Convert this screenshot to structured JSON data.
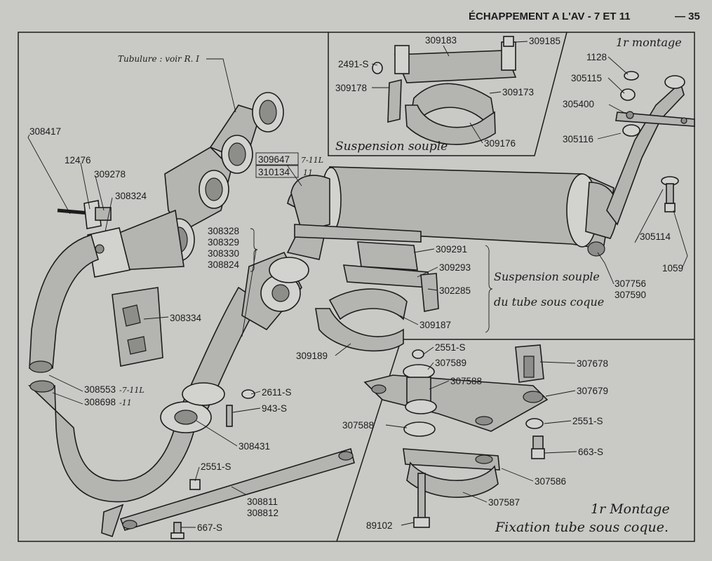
{
  "header": {
    "title": "ÉCHAPPEMENT A L'AV - 7 ET 11",
    "page_number": "— 35"
  },
  "sections": {
    "suspension_souple": "Suspension souple",
    "premier_montage": "1r montage",
    "suspension_tube": [
      "Suspension souple",
      "du tube sous coque"
    ],
    "fixation": [
      "1r Montage",
      "Fixation tube sous coque."
    ]
  },
  "labels": {
    "tubulure": "Tubulure : voir R. I",
    "p308417": "308417",
    "p12476": "12476",
    "p309278": "309278",
    "p308324": "308324",
    "p309647": "309647",
    "p309647_note": "7-11L",
    "p310134": "310134",
    "p310134_note": "11",
    "p308328": "308328",
    "p308329": "308329",
    "p308330": "308330",
    "p308824": "308824",
    "p308334": "308334",
    "p308553": "308553",
    "p308553_note": "-7-11L",
    "p308698": "308698",
    "p308698_note": "-11",
    "p2611s": "2611-S",
    "p943s": "943-S",
    "p308431": "308431",
    "p2551s_a": "2551-S",
    "p308811": "308811",
    "p308812": "308812",
    "p667s": "667-S",
    "p2491s": "2491-S",
    "p309183": "309183",
    "p309185": "309185",
    "p309178": "309178",
    "p309173": "309173",
    "p309176": "309176",
    "p1128": "1128",
    "p305115": "305115",
    "p305400": "305400",
    "p305116": "305116",
    "p305114": "305114",
    "p1059": "1059",
    "p307756": "307756",
    "p307590": "307590",
    "p309291": "309291",
    "p309293": "309293",
    "p302285": "302285",
    "p309187": "309187",
    "p309189": "309189",
    "p2551s_b": "2551-S",
    "p307589": "307589",
    "p307588_a": "307588",
    "p307678": "307678",
    "p307679": "307679",
    "p307588_b": "307588",
    "p2551s_c": "2551-S",
    "p663s": "663-S",
    "p307586": "307586",
    "p307587": "307587",
    "p89102": "89102"
  }
}
